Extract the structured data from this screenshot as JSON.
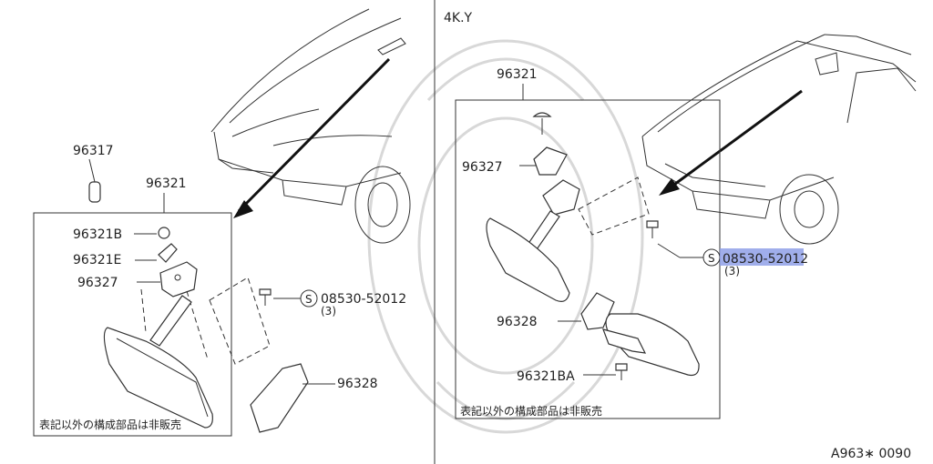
{
  "left_panel": {
    "part_96317": "96317",
    "part_96321": "96321",
    "part_96321B": "96321B",
    "part_96321E": "96321E",
    "part_96327": "96327",
    "part_96328": "96328",
    "screw_symbol": "S",
    "screw_code": "08530-52012",
    "screw_qty": "(3)",
    "note": "表記以外の構成部品は非販売"
  },
  "right_panel": {
    "variant": "4K.Y",
    "part_96321": "96321",
    "part_96327": "96327",
    "part_96328": "96328",
    "part_96321BA": "96321BA",
    "screw_symbol": "S",
    "screw_code_highlighted": "08530-52",
    "screw_code_rest": "012",
    "screw_qty": "(3)",
    "note": "表記以外の構成部品は非販売"
  },
  "figure_code": "A963∗ 0090",
  "colors": {
    "highlight": "#8fa0e8",
    "line": "#333333"
  }
}
